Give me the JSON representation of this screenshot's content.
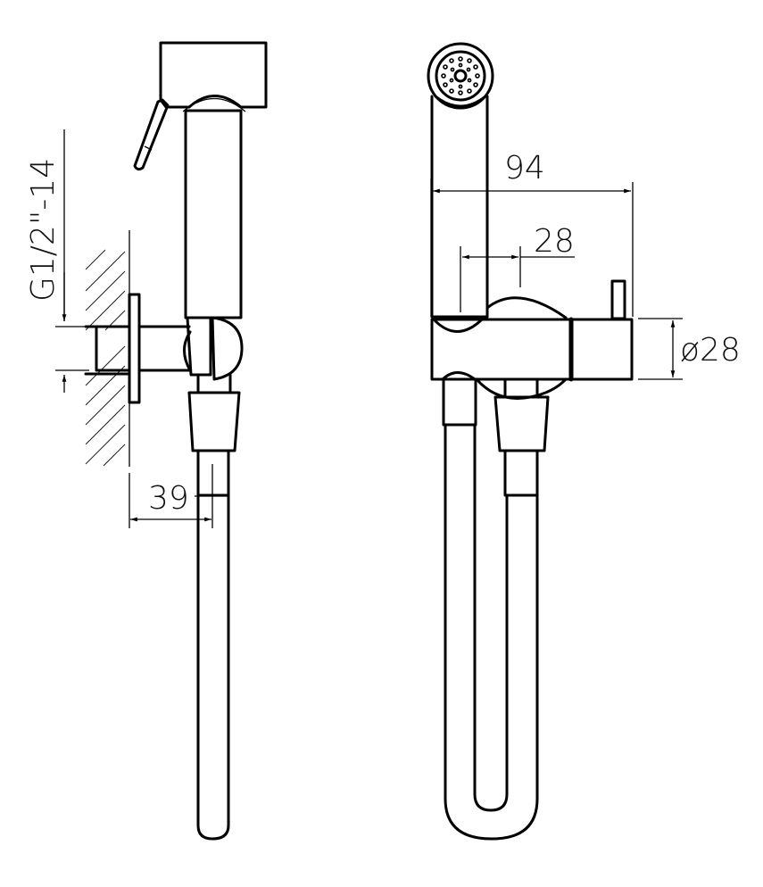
{
  "drawing": {
    "title": "Bidet sprayer set technical drawing",
    "views": [
      {
        "name": "side-view",
        "labels": [
          "G1/2\"-14",
          "39"
        ]
      },
      {
        "name": "front-view",
        "labels": [
          "94",
          "28",
          "ø28"
        ]
      }
    ]
  },
  "dimensions": {
    "thread": "G1/2\"-14",
    "wall_offset": "39",
    "width": "94",
    "spray_head_offset": "28",
    "diameter": "ø28"
  },
  "colors": {
    "line": "#000000",
    "background": "#ffffff"
  }
}
